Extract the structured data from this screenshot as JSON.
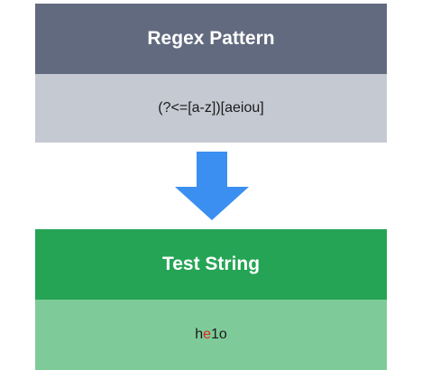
{
  "regex_panel": {
    "title": "Regex Pattern",
    "pattern": "(?<=[a-z])[aeiou]"
  },
  "test_panel": {
    "title": "Test String",
    "segments": [
      {
        "text": "h",
        "matched": false
      },
      {
        "text": "e",
        "matched": true
      },
      {
        "text": "1o",
        "matched": false
      }
    ]
  },
  "colors": {
    "regex_header": "#626a7f",
    "regex_body": "#c5c9d2",
    "arrow": "#3b8ff0",
    "test_header": "#25a455",
    "test_body": "#7ecb99",
    "match": "#e3251f"
  }
}
